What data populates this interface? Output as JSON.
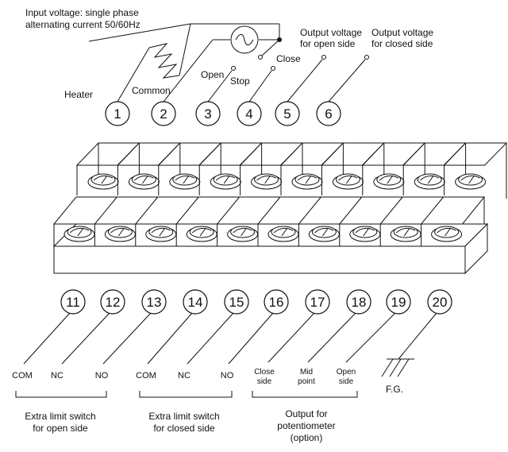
{
  "top_labels": {
    "input_voltage": [
      "Input voltage: single phase",
      "alternating current 50/60Hz"
    ],
    "output_open": [
      "Output voltage",
      "for open side"
    ],
    "output_closed": [
      "Output voltage",
      "for closed side"
    ],
    "heater": "Heater",
    "common": "Common",
    "open": "Open",
    "close": "Close",
    "stop": "Stop"
  },
  "top_terminals": [
    "1",
    "2",
    "3",
    "4",
    "5",
    "6"
  ],
  "bottom_terminals": [
    "11",
    "12",
    "13",
    "14",
    "15",
    "16",
    "17",
    "18",
    "19",
    "20"
  ],
  "bottom_labels": {
    "com1": "COM",
    "nc1": "NC",
    "no1": "NO",
    "com2": "COM",
    "nc2": "NC",
    "no2": "NO",
    "close_side": [
      "Close",
      "side"
    ],
    "mid_point": [
      "Mid",
      "point"
    ],
    "open_side": [
      "Open",
      "side"
    ],
    "fg": "F.G."
  },
  "groups": {
    "open_switch": [
      "Extra limit switch",
      "for open side"
    ],
    "closed_switch": [
      "Extra limit switch",
      "for closed side"
    ],
    "potentiometer": [
      "Output for",
      "potentiometer",
      "(option)"
    ]
  }
}
